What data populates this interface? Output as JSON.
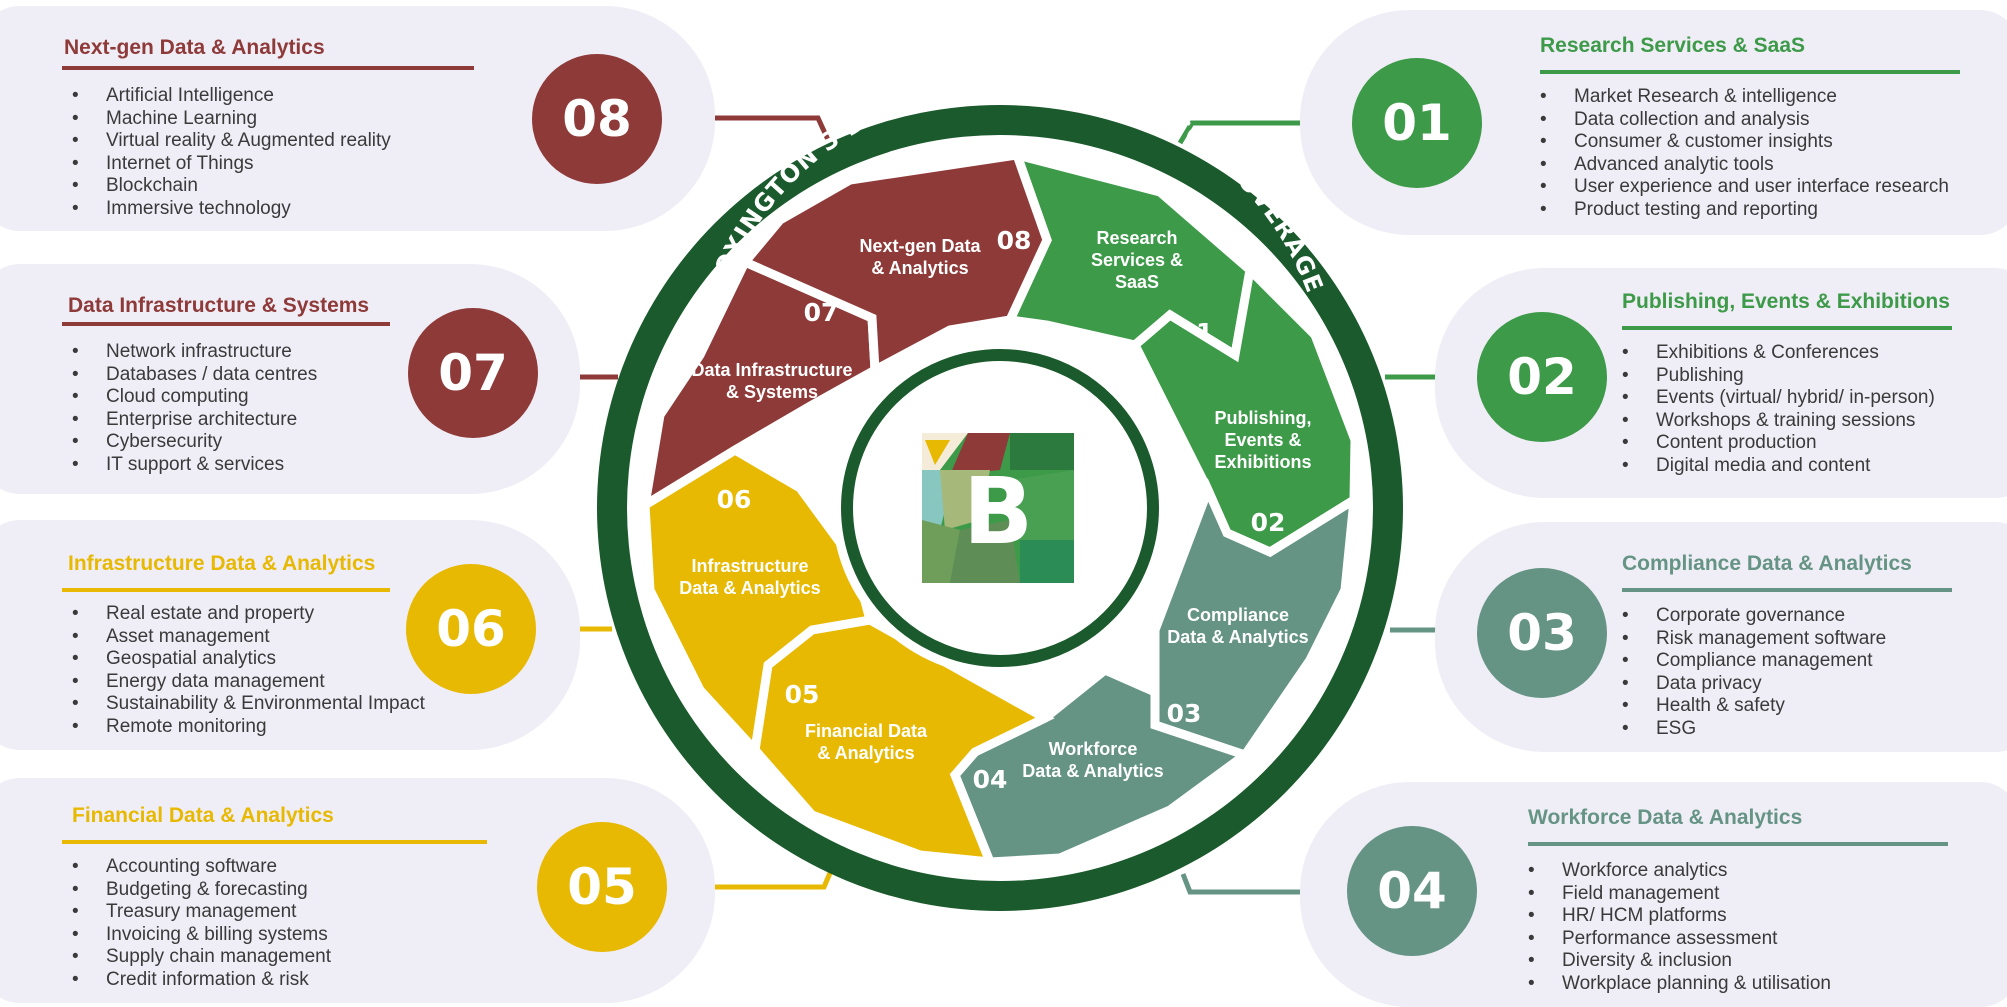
{
  "ring_title": "BOXINGTON'S DATA & ANALYTICS SECTOR COVERAGE",
  "logo": {
    "letter": "B"
  },
  "colors": {
    "red": "#8e3a39",
    "green": "#3d9a49",
    "teal": "#659484",
    "yellow": "#e8b903",
    "ring": "#1b5a2c",
    "card_bg": "#efedf6"
  },
  "sectors": [
    {
      "id": "01",
      "color": "#3d9a49",
      "title": "Research Services & SaaS",
      "segment_label": [
        "Research",
        "Services &",
        "SaaS"
      ],
      "items": [
        "Market Research & intelligence",
        "Data collection and analysis",
        "Consumer & customer insights",
        "Advanced analytic tools",
        "User experience and user interface research",
        "Product testing and reporting"
      ]
    },
    {
      "id": "02",
      "color": "#3d9a49",
      "title": "Publishing, Events & Exhibitions",
      "segment_label": [
        "Publishing,",
        "Events &",
        "Exhibitions"
      ],
      "items": [
        "Exhibitions & Conferences",
        "Publishing",
        "Events (virtual/ hybrid/ in-person)",
        "Workshops & training sessions",
        "Content production",
        "Digital media and content"
      ]
    },
    {
      "id": "03",
      "color": "#659484",
      "title": "Compliance Data & Analytics",
      "segment_label": [
        "Compliance",
        "Data & Analytics"
      ],
      "items": [
        "Corporate governance",
        "Risk management software",
        "Compliance management",
        "Data privacy",
        "Health & safety",
        "ESG"
      ]
    },
    {
      "id": "04",
      "color": "#659484",
      "title": "Workforce Data & Analytics",
      "segment_label": [
        "Workforce",
        "Data & Analytics"
      ],
      "items": [
        "Workforce analytics",
        "Field management",
        "HR/ HCM platforms",
        "Performance assessment",
        "Diversity & inclusion",
        "Workplace planning & utilisation"
      ]
    },
    {
      "id": "05",
      "color": "#e8b903",
      "title": "Financial Data & Analytics",
      "segment_label": [
        "Financial Data",
        "& Analytics"
      ],
      "items": [
        "Accounting software",
        "Budgeting & forecasting",
        "Treasury management",
        "Invoicing & billing systems",
        "Supply chain management",
        "Credit information & risk"
      ]
    },
    {
      "id": "06",
      "color": "#e8b903",
      "title": "Infrastructure Data & Analytics",
      "segment_label": [
        "Infrastructure",
        "Data & Analytics"
      ],
      "items": [
        "Real estate and property",
        "Asset management",
        "Geospatial analytics",
        "Energy data management",
        "Sustainability & Environmental Impact",
        "Remote monitoring"
      ]
    },
    {
      "id": "07",
      "color": "#8e3a39",
      "title": "Data Infrastructure & Systems",
      "segment_label": [
        "Data Infrastructure",
        "& Systems"
      ],
      "items": [
        "Network infrastructure",
        "Databases / data centres",
        "Cloud computing",
        "Enterprise architecture",
        "Cybersecurity",
        "IT support & services"
      ]
    },
    {
      "id": "08",
      "color": "#8e3a39",
      "title": "Next-gen Data & Analytics",
      "segment_label": [
        "Next-gen Data",
        "& Analytics"
      ],
      "items": [
        "Artificial Intelligence",
        "Machine Learning",
        "Virtual reality & Augmented reality",
        "Internet of Things",
        "Blockchain",
        "Immersive technology"
      ]
    }
  ]
}
